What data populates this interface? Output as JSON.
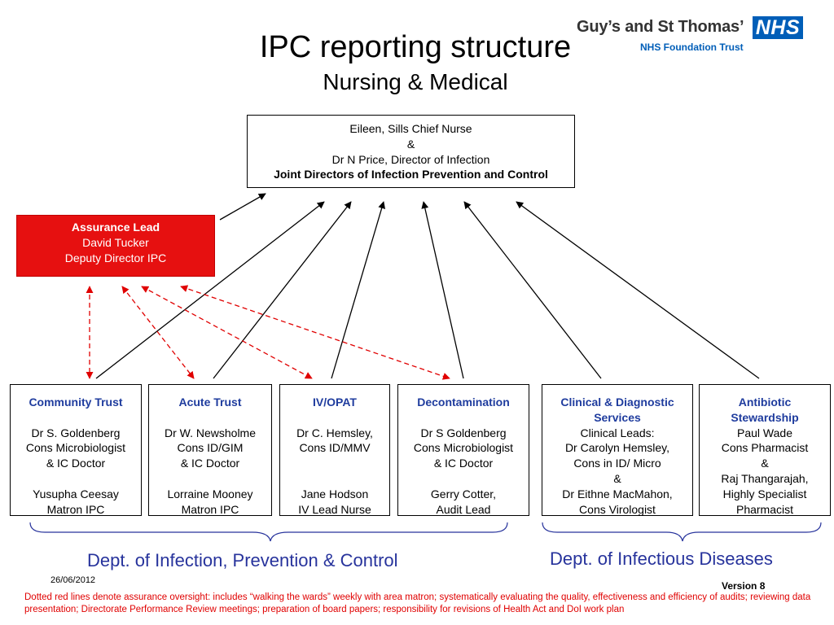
{
  "title": "IPC reporting structure",
  "subtitle": "Nursing & Medical",
  "logo": {
    "text": "Guy’s and St Thomas’",
    "nhs": "NHS",
    "sub": "NHS Foundation Trust"
  },
  "top_box": {
    "l1": "Eileen, Sills Chief Nurse",
    "l2": "&",
    "l3": "Dr N Price, Director of Infection",
    "l4": "Joint Directors of Infection Prevention and Control"
  },
  "assurance": {
    "title": "Assurance Lead",
    "name": "David Tucker",
    "role": "Deputy Director IPC"
  },
  "units": [
    {
      "title": "Community Trust",
      "lines": [
        "",
        "Dr S. Goldenberg",
        "Cons Microbiologist",
        "& IC Doctor",
        "",
        "Yusupha Ceesay",
        "Matron IPC"
      ]
    },
    {
      "title": "Acute Trust",
      "lines": [
        "",
        "Dr W. Newsholme",
        "Cons ID/GIM",
        "& IC Doctor",
        "",
        "Lorraine Mooney",
        "Matron IPC"
      ]
    },
    {
      "title": "IV/OPAT",
      "lines": [
        "",
        "Dr C. Hemsley,",
        "Cons ID/MMV",
        "",
        "",
        "Jane Hodson",
        "IV Lead Nurse"
      ]
    },
    {
      "title": "Decontamination",
      "lines": [
        "",
        "Dr S Goldenberg",
        "Cons Microbiologist",
        "& IC Doctor",
        "",
        "Gerry Cotter,",
        "Audit Lead"
      ]
    },
    {
      "title": "Clinical & Diagnostic Services",
      "lines": [
        "Clinical Leads:",
        "Dr Carolyn Hemsley,",
        "Cons in ID/ Micro",
        "&",
        "Dr Eithne MacMahon,",
        "Cons Virologist"
      ]
    },
    {
      "title": "Antibiotic Stewardship",
      "lines": [
        "Paul Wade",
        "Cons Pharmacist",
        "&",
        "Raj Thangarajah,",
        "Highly Specialist",
        "Pharmacist"
      ]
    }
  ],
  "dept_ipc": "Dept. of Infection, Prevention & Control",
  "dept_id": "Dept. of Infectious Diseases",
  "date": "26/06/2012",
  "version": "Version 8",
  "footnote": "Dotted red lines denote assurance oversight: includes “walking the wards” weekly with area matron; systematically evaluating the quality, effectiveness and efficiency of audits; reviewing data presentation; Directorate Performance Review meetings; preparation of board papers; responsibility for revisions of Health Act and DoI work plan",
  "colors": {
    "unit_title": "#1f3c9e",
    "assurance_bg": "#e61010",
    "dashed": "#e00000",
    "dept": "#27339c",
    "nhs_blue": "#005EB8"
  }
}
